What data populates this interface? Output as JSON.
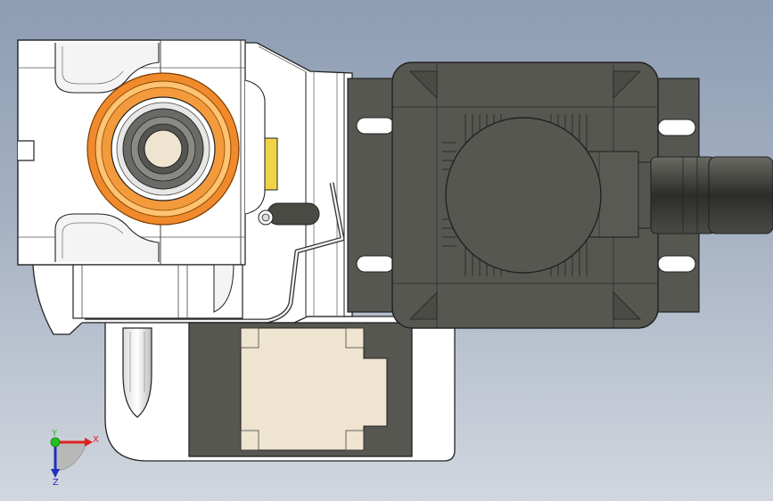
{
  "viewport": {
    "background_top": "#8e9db4",
    "background_bottom": "#d2d7df"
  },
  "model": {
    "body_color": "#ffffff",
    "edge_color": "#222222",
    "dark_part_color": "#575751",
    "orange_ring_color": "#f08a2c",
    "cream_color": "#eee4d0",
    "connector_color": "#3c3c38"
  },
  "triad": {
    "x_label": "X",
    "y_label": "Y",
    "z_label": "Z",
    "x_color": "#e02020",
    "y_color": "#20c020",
    "z_color": "#2030c0"
  }
}
